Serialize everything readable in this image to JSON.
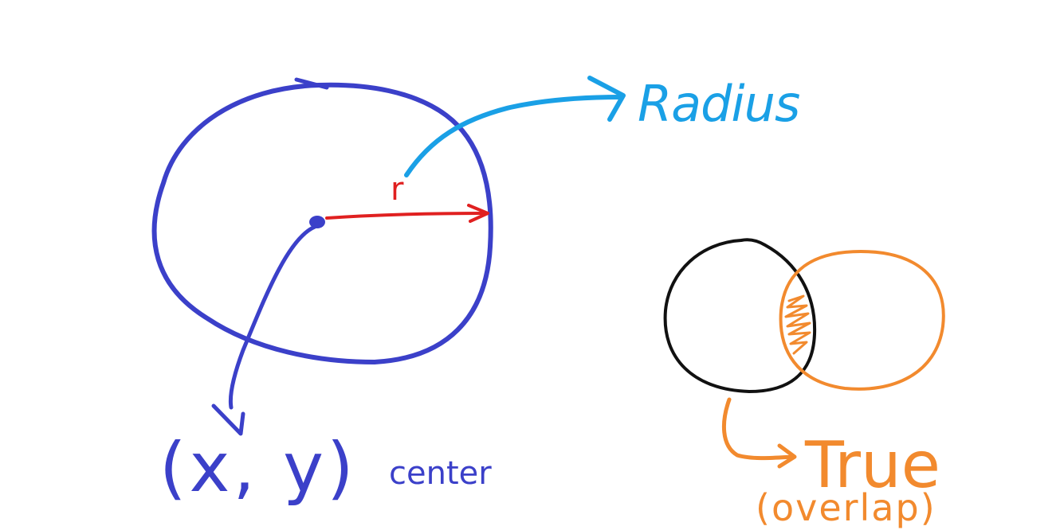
{
  "labels": {
    "radius": "Radius",
    "r": "r",
    "center_coords": "(x, y)",
    "center_word": "center",
    "true_word": "True",
    "overlap_note": "(overlap)"
  },
  "colors": {
    "main_circle": "#3b40c9",
    "radius_vector": "#e02020",
    "radius_callout": "#1aa0e6",
    "black_circle": "#111111",
    "orange_circle": "#f28a2e"
  }
}
